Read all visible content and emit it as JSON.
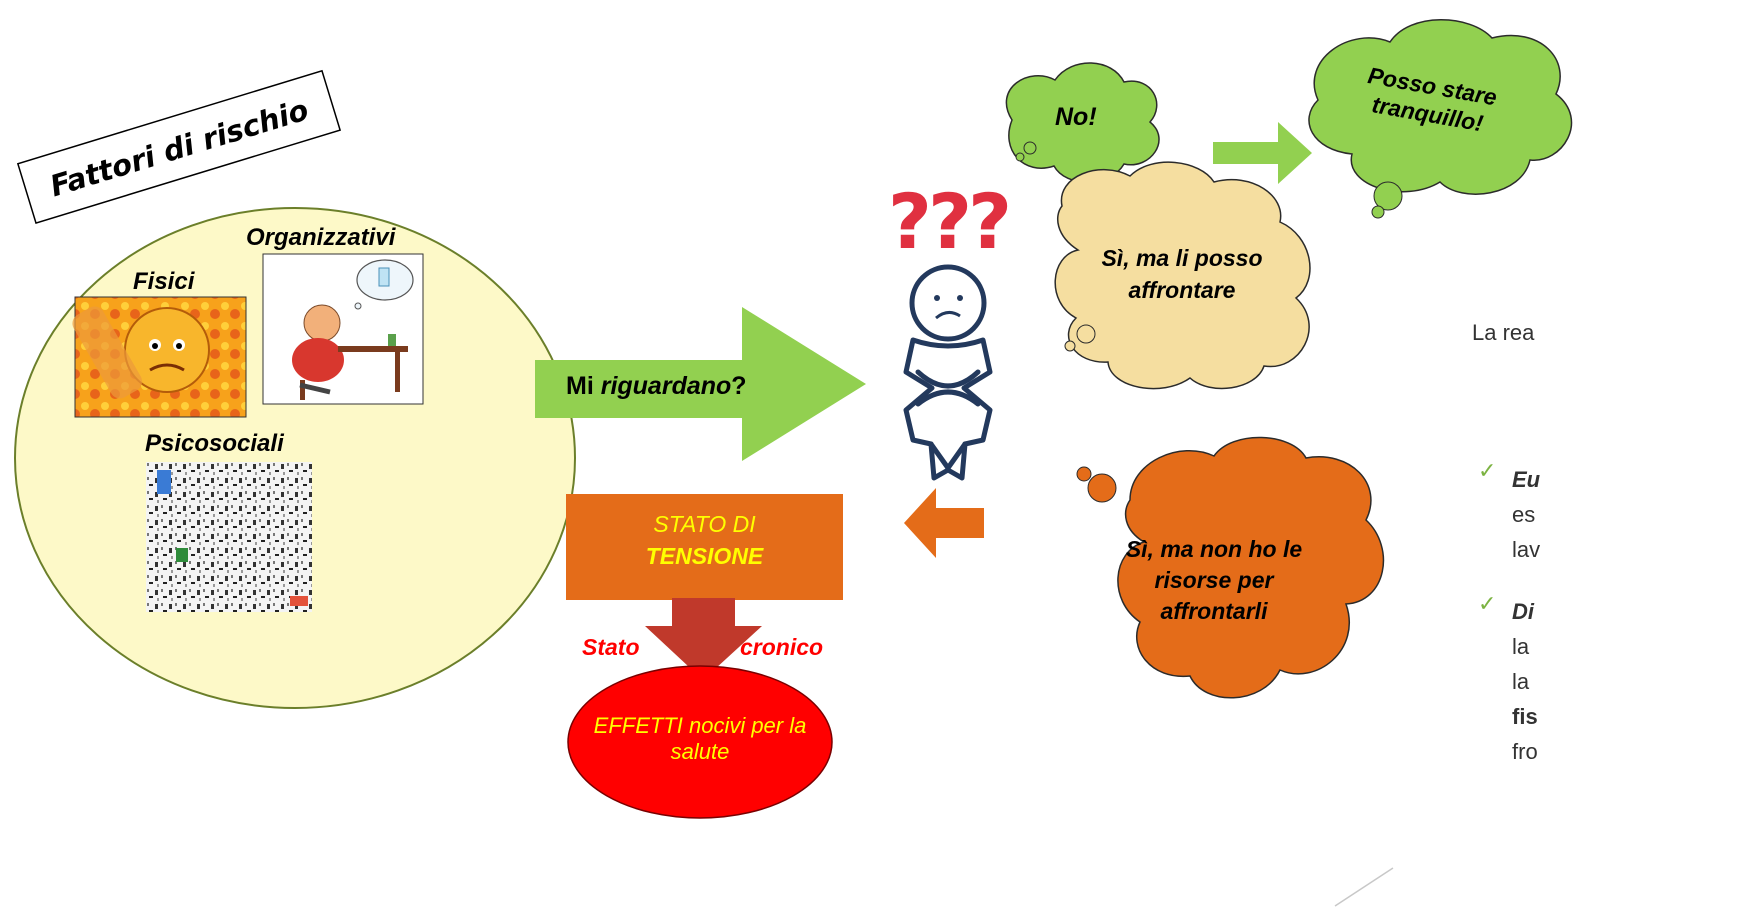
{
  "risk_factors": {
    "title": "Fattori di rischio",
    "categories": {
      "physical": "Fisici",
      "organizational": "Organizzativi",
      "psychosocial": "Psicosociali"
    }
  },
  "question": {
    "part1": "Mi ",
    "part2": "riguardano",
    "part3": "?"
  },
  "thoughts": {
    "no": "No!",
    "calm": "Posso stare tranquillo!",
    "can_cope_l1": "Sì, ma li posso",
    "can_cope_l2": "affrontare",
    "cannot_cope_l1": "Sì, ma non ho le",
    "cannot_cope_l2": "risorse per",
    "cannot_cope_l3": "affrontarli"
  },
  "strain": {
    "label_l1": "STATO DI",
    "label_l2": "TENSIONE",
    "chronic_left": "Stato",
    "chronic_right": "cronico"
  },
  "effects": "EFFETTI nocivi per la salute",
  "side_panel": {
    "intro": "La rea",
    "item1_l1": "Eu",
    "item1_l2": "es",
    "item1_l3": "lav",
    "item2_l1": "Di",
    "item2_l2": "la",
    "item2_l3": "la",
    "item2_l4": "fis",
    "item2_l5": "fro"
  },
  "colors": {
    "factor_circle": "#fdf9c8",
    "green_bubble": "#92d050",
    "tan_bubble": "#f5dea0",
    "orange_bubble": "#e46c19",
    "strain_box": "#e46c19",
    "strain_text": "#ffff00",
    "effects_oval": "#ff0000",
    "big_arrow": "#92d050",
    "down_arrow": "#c0392b",
    "chronic_text": "#ff0000",
    "question_marks": "#e03040",
    "check": "#7cb342"
  }
}
